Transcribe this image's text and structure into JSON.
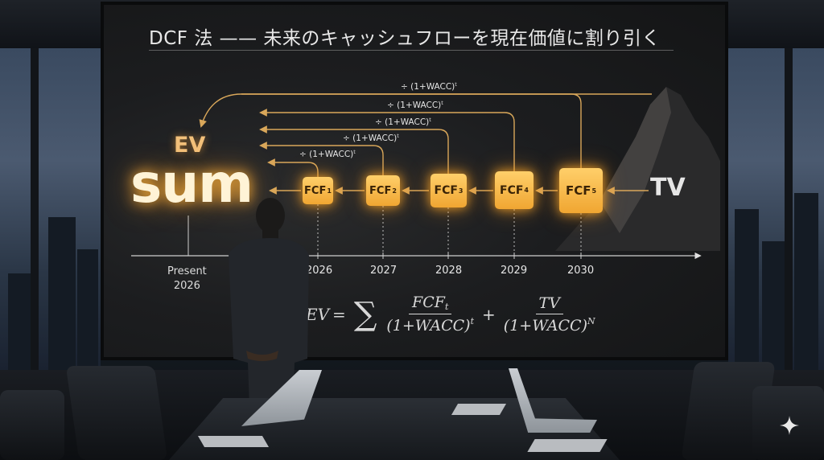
{
  "title": "DCF 法 —— 未来のキャッシュフローを現在価値に割り引く",
  "ev_label": "EV",
  "sum_label": "sum",
  "tv_label": "TV",
  "discount_label": "÷ (1+WACC)",
  "discount_exponent": "t",
  "fcf_prefix": "FCF",
  "fcf_boxes": [
    {
      "sub": "1",
      "year": "2026"
    },
    {
      "sub": "2",
      "year": "2027"
    },
    {
      "sub": "3",
      "year": "2028"
    },
    {
      "sub": "4",
      "year": "2029"
    },
    {
      "sub": "5",
      "year": "2030"
    }
  ],
  "present_label": "Present",
  "present_year": "2026",
  "formula": {
    "lhs": "EV",
    "eq": "=",
    "sigma": "∑",
    "num1": "FCF",
    "num1_sub": "t",
    "den1": "(1+WACC)",
    "den1_sup": "t",
    "plus": "+",
    "num2": "TV",
    "den2": "(1+WACC)",
    "den2_sup": "N"
  },
  "colors": {
    "accent": "#f0a632",
    "glow": "#ffb43c",
    "arrow": "#d9a75a"
  }
}
